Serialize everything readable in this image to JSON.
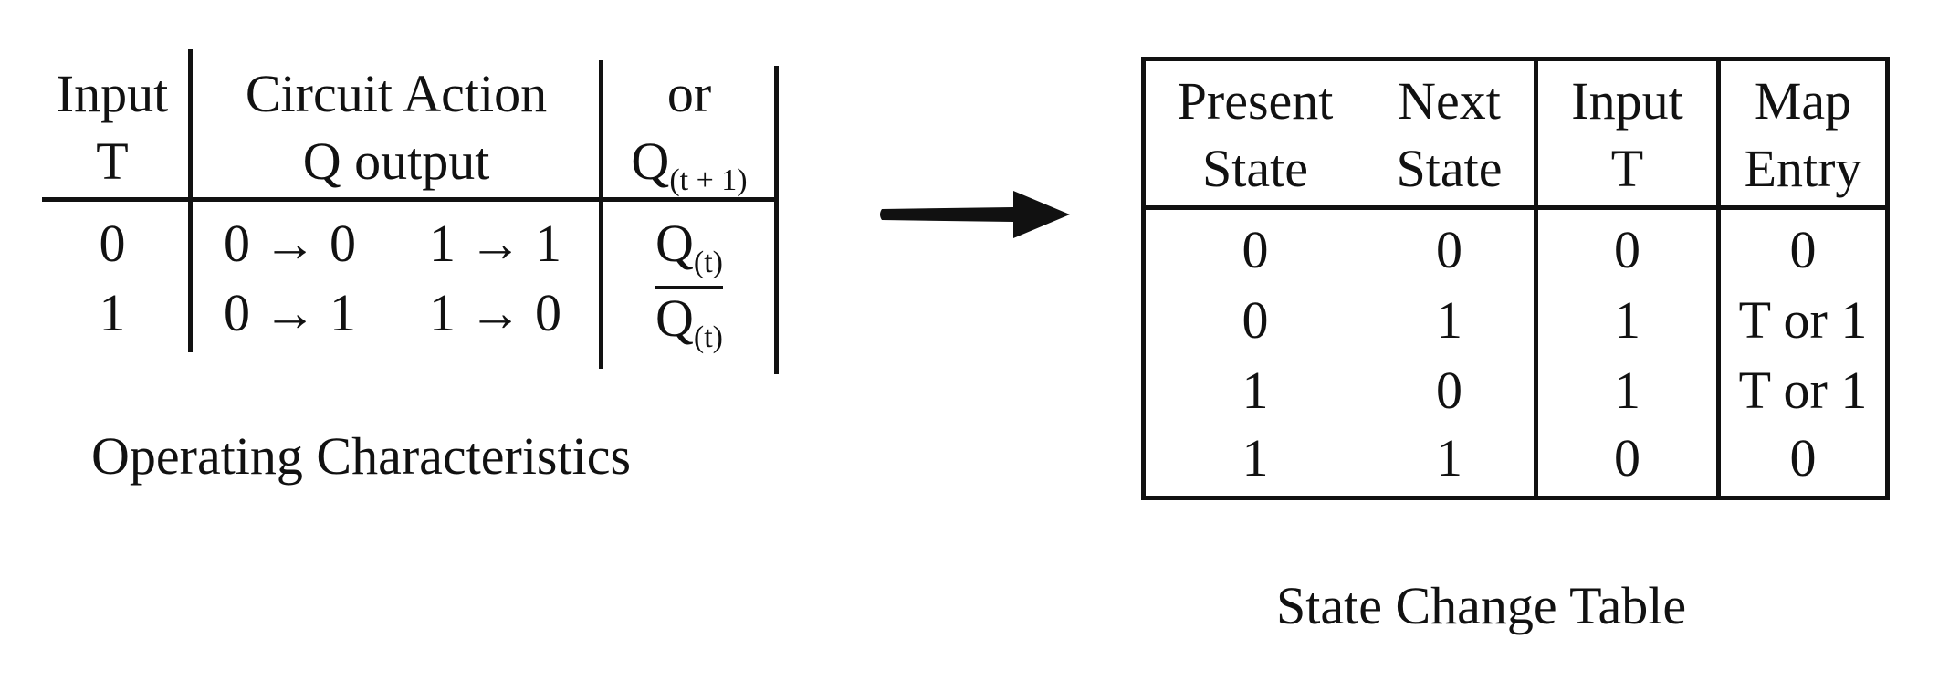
{
  "operating_characteristics": {
    "caption": "Operating Characteristics",
    "headers": {
      "input": [
        "Input",
        "T"
      ],
      "circuit_action": [
        "Circuit Action",
        "Q output"
      ],
      "or": [
        "or",
        "Q",
        "(t + 1)"
      ]
    },
    "rows": [
      {
        "t": "0",
        "action_a": "0 → 0",
        "action_b": "1 → 1",
        "q": "Q",
        "q_sub": "(t)",
        "q_negated": false
      },
      {
        "t": "1",
        "action_a": "0 → 1",
        "action_b": "1 → 0",
        "q": "Q",
        "q_sub": "(t)",
        "q_negated": true
      }
    ]
  },
  "state_change_table": {
    "caption": "State Change Table",
    "headers": [
      [
        "Present",
        "State"
      ],
      [
        "Next",
        "State"
      ],
      [
        "Input",
        "T"
      ],
      [
        "Map",
        "Entry"
      ]
    ],
    "rows": [
      [
        "0",
        "0",
        "0",
        "0"
      ],
      [
        "0",
        "1",
        "1",
        "T or 1"
      ],
      [
        "1",
        "0",
        "1",
        "T or 1"
      ],
      [
        "1",
        "1",
        "0",
        "0"
      ]
    ]
  }
}
